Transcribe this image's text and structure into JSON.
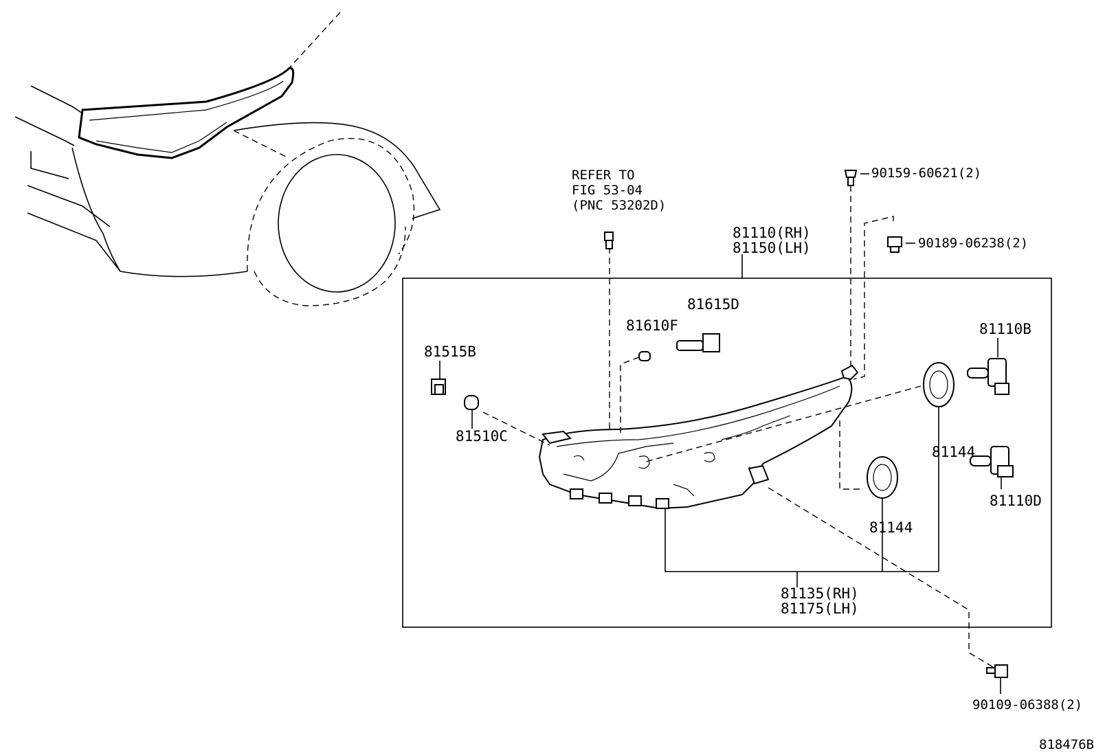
{
  "labels": {
    "refer_note_line1": "REFER TO",
    "refer_note_line2": "FIG 53-04",
    "refer_note_line3": "(PNC 53202D)",
    "assembly_rh": "81110(RH)",
    "assembly_lh": "81150(LH)",
    "bolt_top": "90159-60621(2)",
    "clip_right": "90189-06238(2)",
    "bulb_81615d": "81615D",
    "bulb_81610f": "81610F",
    "socket_81515b": "81515B",
    "bulb_81510c": "81510C",
    "bulb_81110b": "81110B",
    "cap_81144_right": "81144",
    "bulb_81110d": "81110D",
    "cap_81144_lower": "81144",
    "housing_rh": "81135(RH)",
    "housing_lh": "81175(LH)",
    "screw_bottom": "90109-06388(2)",
    "diagram_number": "818476B"
  }
}
